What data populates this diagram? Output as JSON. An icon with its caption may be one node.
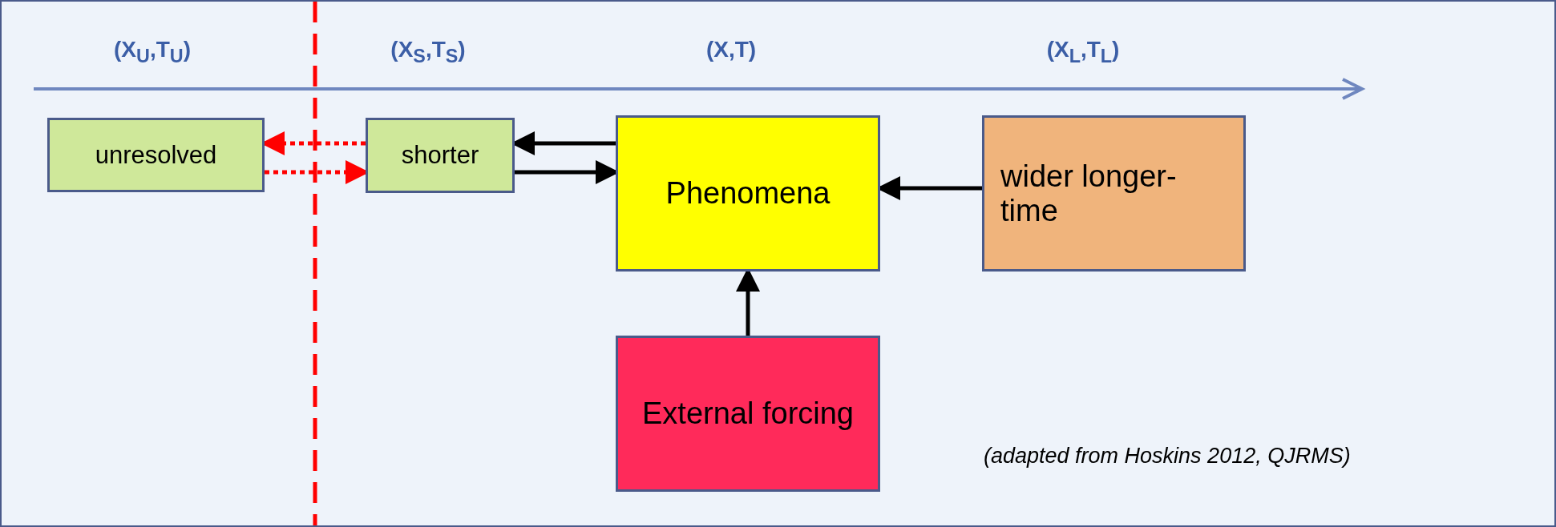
{
  "diagram": {
    "nodes": [
      {
        "text": [
          "unresolved"
        ]
      },
      {
        "text": [
          "shorter"
        ]
      },
      {
        "text": [
          "Phenomena"
        ]
      },
      {
        "text": [
          "wider longer-time"
        ]
      },
      {
        "text": [
          "External forcing"
        ]
      }
    ],
    "edges": [
      {
        "from": 1,
        "to": 0,
        "arrow": "to",
        "style": "dashed",
        "color": "#ff0000"
      },
      {
        "from": 0,
        "to": 1,
        "arrow": "to",
        "style": "dashed",
        "color": "#ff0000"
      },
      {
        "from": 2,
        "to": 1,
        "arrow": "to"
      },
      {
        "from": 1,
        "to": 2,
        "arrow": "to"
      },
      {
        "from": 3,
        "to": 2,
        "arrow": "to"
      },
      {
        "from": 4,
        "to": 2,
        "arrow": "to"
      }
    ],
    "labels": [
      "(X$_{U}$,T$_{U}$)",
      "(X$_{S}$,T$_{S}$)",
      "(X,T)",
      "(X$_{L}$,T$_{L}$)",
      "(adapted from Hoskins 2012, QJRMS)"
    ]
  }
}
